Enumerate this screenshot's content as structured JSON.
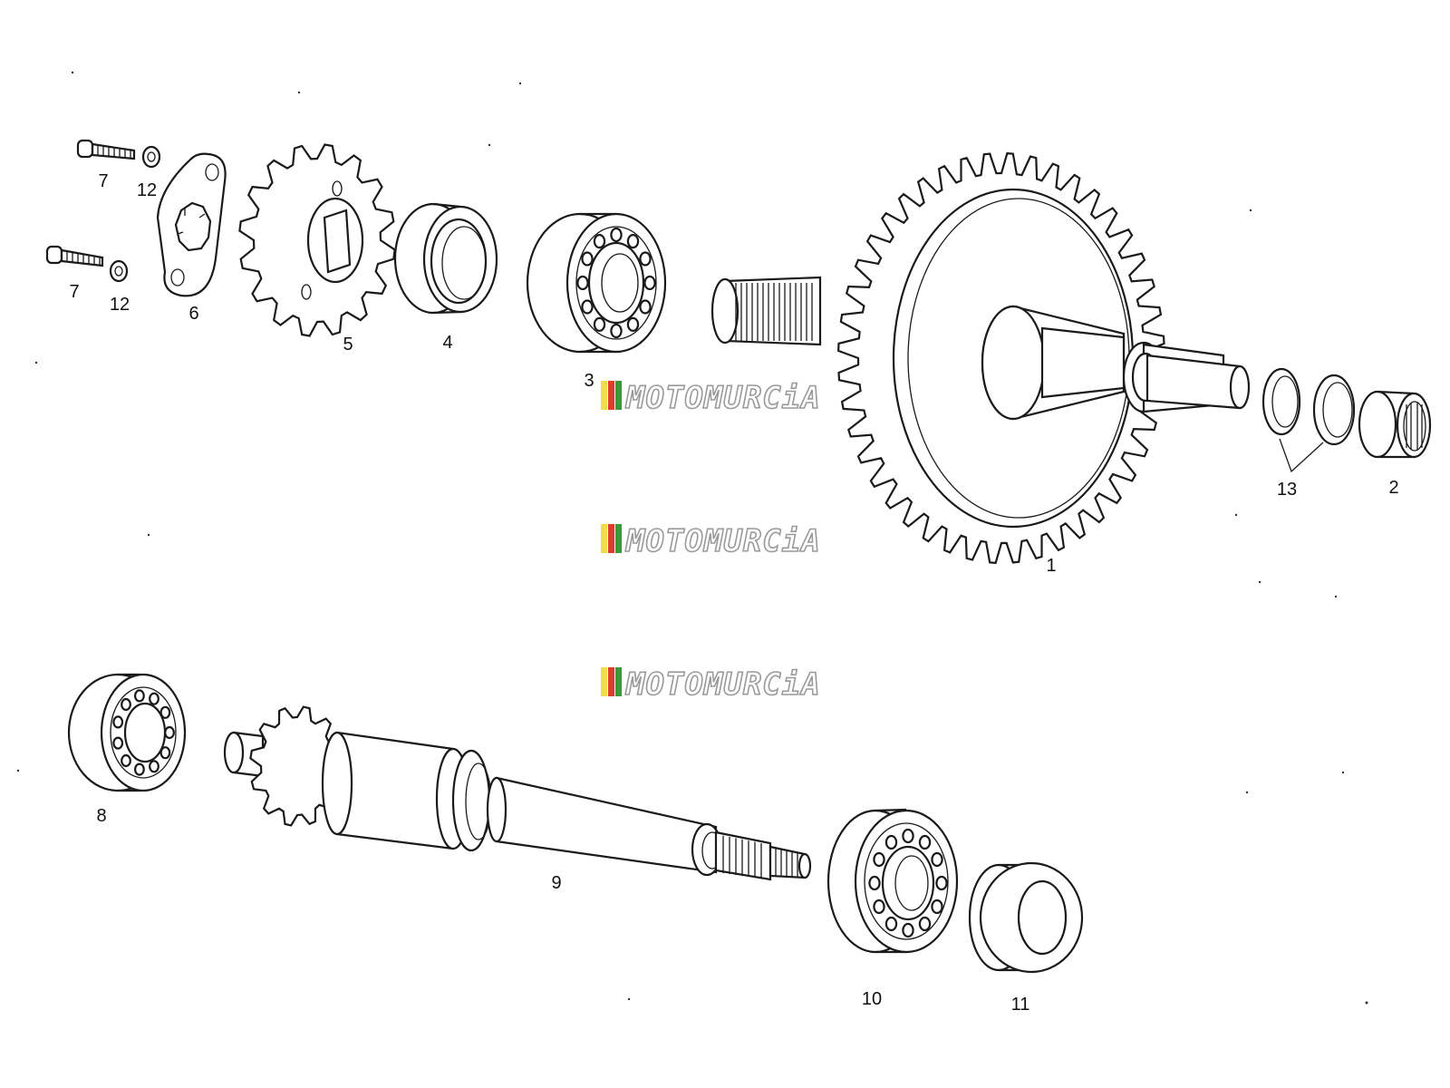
{
  "callouts": {
    "part_1": "1",
    "part_2": "2",
    "part_3": "3",
    "part_4": "4",
    "part_5": "5",
    "part_6": "6",
    "part_7a": "7",
    "part_7b": "7",
    "part_8": "8",
    "part_9": "9",
    "part_10": "10",
    "part_11": "11",
    "part_12a": "12",
    "part_12b": "12",
    "part_13": "13"
  },
  "watermark": {
    "text": "MOTOMURCiA",
    "stripe_colors": [
      "#f2dc4a",
      "#e43a2a",
      "#3a9a3a"
    ]
  },
  "icons": {
    "bolt": "bolt-icon",
    "washer": "washer-icon",
    "lock_plate": "lock-plate-icon",
    "sprocket": "sprocket-icon",
    "seal": "oil-seal-icon",
    "bearing": "ball-bearing-icon",
    "gear_shaft": "gear-shaft-icon",
    "spacer": "spacer-ring-icon",
    "needle_bearing": "needle-bearing-icon",
    "primary_shaft": "primary-shaft-icon"
  }
}
